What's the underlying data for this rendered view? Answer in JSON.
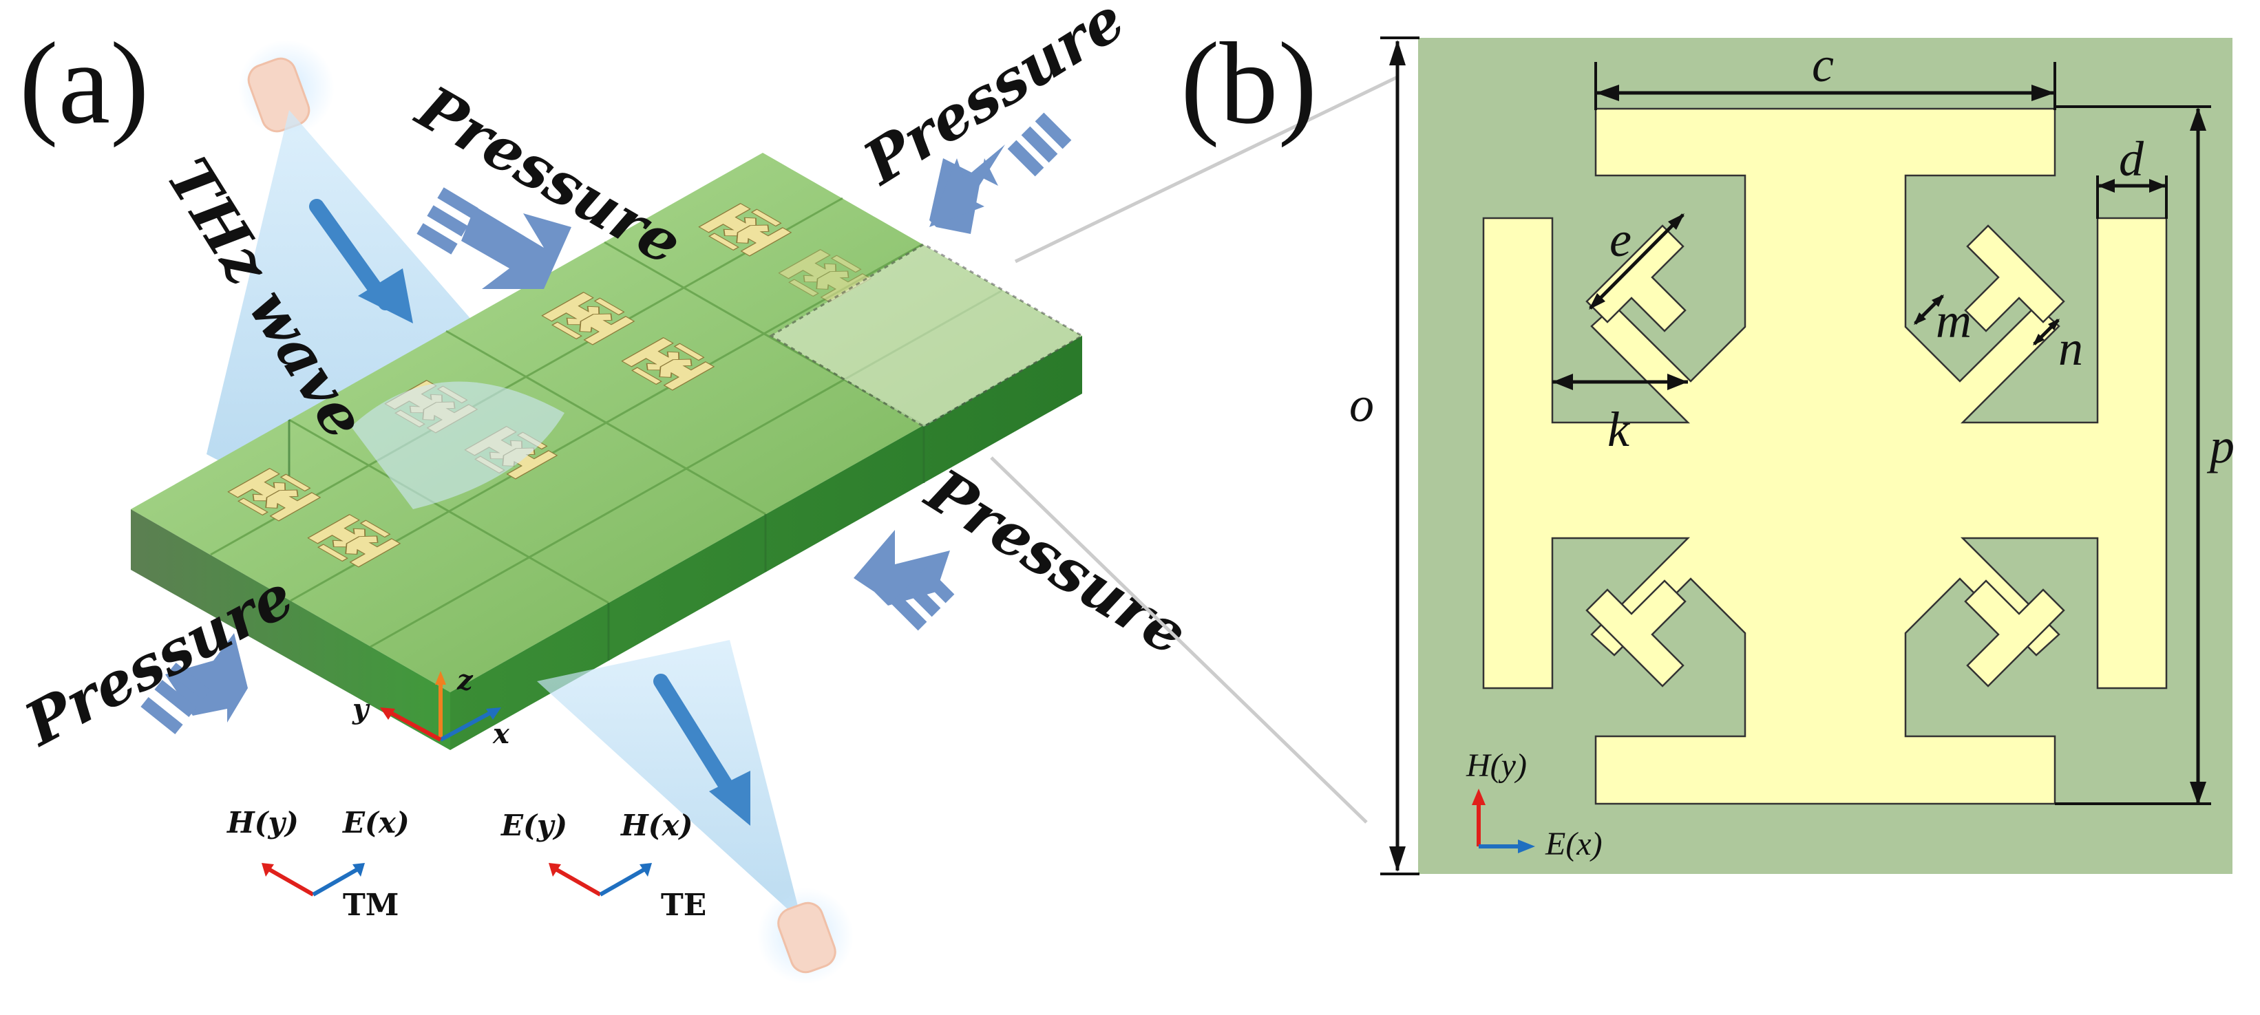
{
  "panel_a": {
    "label": "(a)",
    "thz_label": "THz wave",
    "pressure_label": "Pressure",
    "axes": {
      "x": "x",
      "y": "y",
      "z": "z"
    },
    "tm": {
      "h": "H(y)",
      "e": "E(x)",
      "mode": "TM"
    },
    "te": {
      "e": "E(y)",
      "h": "H(x)",
      "mode": "TE"
    }
  },
  "panel_b": {
    "label": "(b)",
    "dims": {
      "c": "c",
      "d": "d",
      "e": "e",
      "k": "k",
      "m": "m",
      "n": "n",
      "o": "o",
      "p": "p"
    },
    "field": {
      "h": "H(y)",
      "e": "E(x)"
    }
  },
  "colors": {
    "substrate_top": "#8fc86a",
    "substrate_front": "#4f9a3a",
    "substrate_side": "#2f7d2f",
    "metal": "#efe29e",
    "unit_bg": "#aec89c",
    "unit_metal": "#ffffb8",
    "arrow_blue": "#6f93c8",
    "beam": "#bfe0f5",
    "h_red": "#e0201b",
    "e_blue": "#1f6fc0",
    "z_orange": "#f08020"
  }
}
